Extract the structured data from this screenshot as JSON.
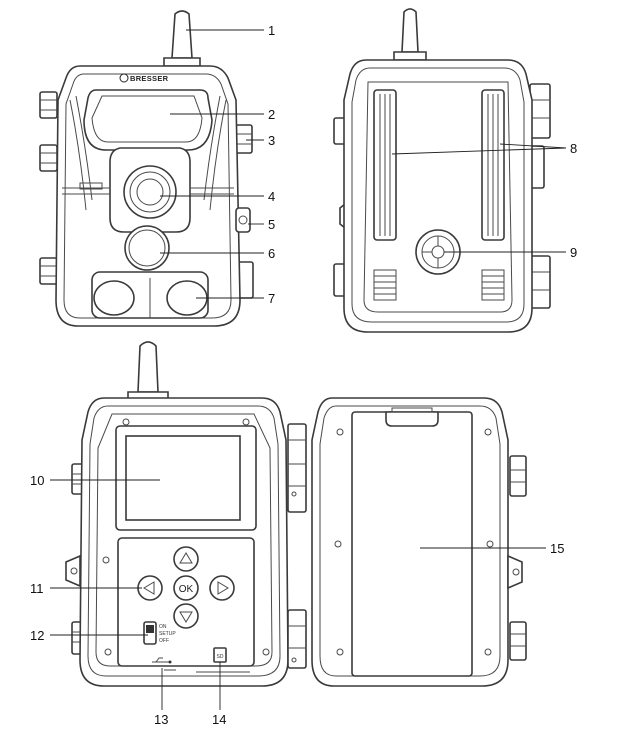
{
  "brand": "BRESSER",
  "callouts": [
    {
      "id": "1",
      "label": "1"
    },
    {
      "id": "2",
      "label": "2"
    },
    {
      "id": "3",
      "label": "3"
    },
    {
      "id": "4",
      "label": "4"
    },
    {
      "id": "5",
      "label": "5"
    },
    {
      "id": "6",
      "label": "6"
    },
    {
      "id": "7",
      "label": "7"
    },
    {
      "id": "8",
      "label": "8"
    },
    {
      "id": "9",
      "label": "9"
    },
    {
      "id": "10",
      "label": "10"
    },
    {
      "id": "11",
      "label": "11"
    },
    {
      "id": "12",
      "label": "12"
    },
    {
      "id": "13",
      "label": "13"
    },
    {
      "id": "14",
      "label": "14"
    },
    {
      "id": "15",
      "label": "15"
    }
  ],
  "keypad": {
    "ok": "OK"
  },
  "switch_labels": [
    "ON",
    "SETUP",
    "OFF"
  ],
  "sd_label": "SD"
}
